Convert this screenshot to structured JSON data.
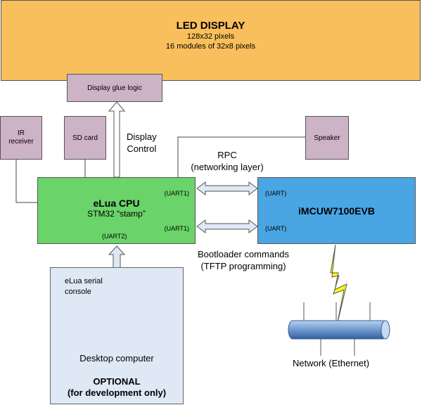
{
  "led_display": {
    "title": "LED DISPLAY",
    "line1": "128x32 pixels",
    "line2": "16 modules of 32x8 pixels"
  },
  "glue_logic": "Display glue logic",
  "ir_receiver": {
    "line1": "IR",
    "line2": "receiver"
  },
  "sd_card": "SD card",
  "speaker": "Speaker",
  "display_control": {
    "line1": "Display",
    "line2": "Control"
  },
  "rpc": {
    "line1": "RPC",
    "line2": "(networking layer)"
  },
  "cpu": {
    "title": "eLua CPU",
    "subtitle": "STM32 “stamp”",
    "uart1_top": "(UART1)",
    "uart1_bottom": "(UART1)",
    "uart2": "(UART2)"
  },
  "wifi_module": {
    "title": "iMCUW7100EVB",
    "uart_top": "(UART)",
    "uart_bottom": "(UART)"
  },
  "bootloader": {
    "line1": "Bootloader commands",
    "line2": "(TFTP programming)"
  },
  "optional_box": {
    "console_line1": "eLua serial",
    "console_line2": "console",
    "computer": "Desktop computer",
    "title_line1": "OPTIONAL",
    "title_line2": "(for development only)"
  },
  "network": "Network (Ethernet)",
  "colors": {
    "led": "#f9bf5c",
    "peripheral": "#cdb3c6",
    "cpu": "#6ad36a",
    "wifi": "#4aa5e3",
    "optional": "#dfe8f5",
    "lightning": "#ffff00",
    "cable": "#7ea6d6"
  }
}
